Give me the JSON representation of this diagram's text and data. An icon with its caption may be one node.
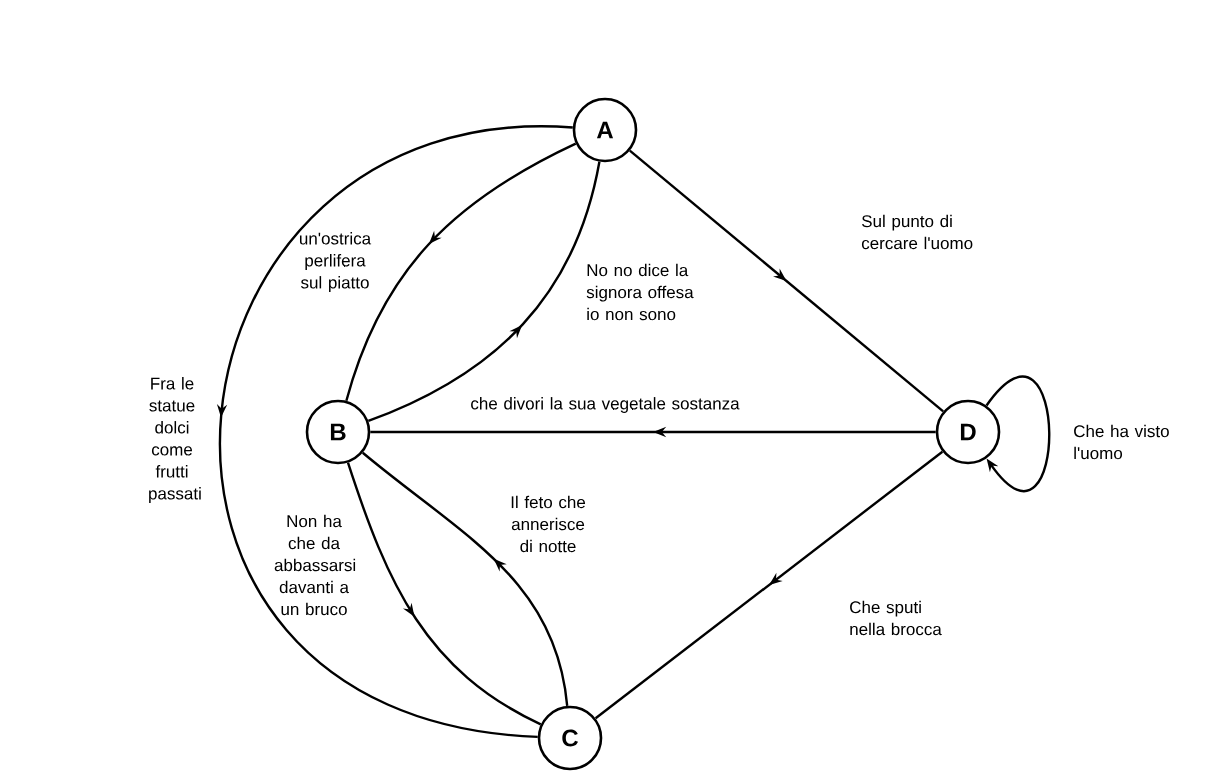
{
  "diagram": {
    "nodes": [
      {
        "text": [
          "A"
        ]
      },
      {
        "text": [
          "B"
        ]
      },
      {
        "text": [
          "C"
        ]
      },
      {
        "text": [
          "D"
        ]
      }
    ],
    "edges": [
      {
        "from": 0,
        "to": 1,
        "arrow": "to",
        "label": "un'ostrica perlifera sul piatto"
      },
      {
        "from": 1,
        "to": 0,
        "arrow": "to",
        "label": "No no dice la signora offesa io non sono"
      },
      {
        "from": 0,
        "to": 2,
        "arrow": "to",
        "label": "Fra le statue dolci come frutti passati"
      },
      {
        "from": 0,
        "to": 3,
        "arrow": "to",
        "label": "Sul punto di cercare l'uomo"
      },
      {
        "from": 3,
        "to": 1,
        "arrow": "to",
        "label": "che divori la sua vegetale sostanza"
      },
      {
        "from": 3,
        "to": 3,
        "arrow": "to",
        "label": "Che ha visto l'uomo"
      },
      {
        "from": 3,
        "to": 2,
        "arrow": "to",
        "label": "Che sputi nella brocca"
      },
      {
        "from": 1,
        "to": 2,
        "arrow": "to",
        "label": "Non ha che da abbassarsi davanti a un bruco"
      },
      {
        "from": 2,
        "to": 1,
        "arrow": "to",
        "label": "Il feto che annerisce di notte"
      }
    ]
  }
}
